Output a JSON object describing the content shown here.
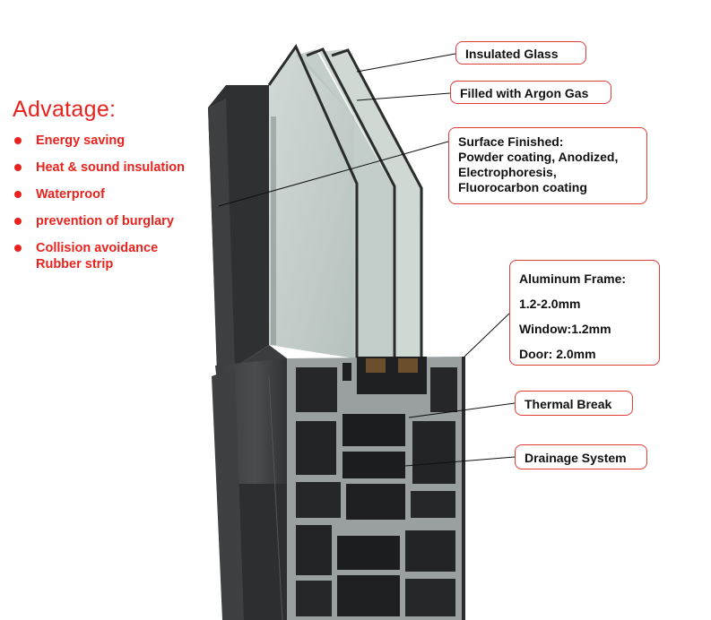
{
  "advantages": {
    "title": "Advatage:",
    "items": [
      {
        "line1": "Energy saving",
        "line2": ""
      },
      {
        "line1": "Heat & sound insulation",
        "line2": ""
      },
      {
        "line1": "Waterproof",
        "line2": ""
      },
      {
        "line1": "prevention of burglary",
        "line2": ""
      },
      {
        "line1": "Collision avoidance",
        "line2": "Rubber strip"
      }
    ]
  },
  "callouts": {
    "insulated_glass": "Insulated Glass",
    "argon_gas": "Filled with Argon Gas",
    "surface": {
      "title": "Surface Finished:",
      "lines": [
        "Powder coating, Anodized,",
        "Electrophoresis,",
        "Fluorocarbon coating"
      ]
    },
    "aluminum": {
      "title": "Aluminum Frame:",
      "lines": [
        "1.2-2.0mm",
        "Window:1.2mm",
        "Door: 2.0mm"
      ]
    },
    "thermal_break": "Thermal Break",
    "drainage": "Drainage System"
  },
  "colors": {
    "accent_red": "#e8231e",
    "callout_border": "#e03a36",
    "frame_dark": "#2b2d2e",
    "glass": "#bfc9c4"
  }
}
